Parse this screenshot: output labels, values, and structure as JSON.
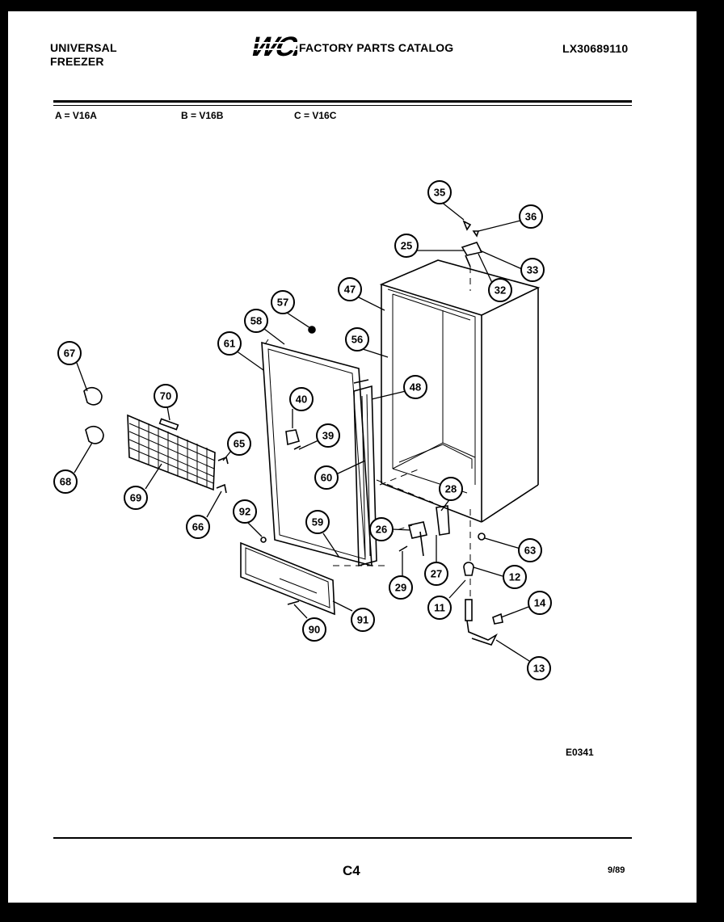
{
  "header": {
    "brand_line1": "UNIVERSAL",
    "brand_line2": "FREEZER",
    "logo_text": "WCI",
    "catalog_title": "FACTORY PARTS CATALOG",
    "catalog_number": "LX30689110"
  },
  "variants": [
    {
      "label": "A = V16A"
    },
    {
      "label": "B = V16B"
    },
    {
      "label": "C = V16C"
    }
  ],
  "callouts": [
    "35",
    "36",
    "25",
    "33",
    "32",
    "47",
    "57",
    "58",
    "56",
    "61",
    "67",
    "48",
    "70",
    "40",
    "39",
    "65",
    "60",
    "28",
    "92",
    "26",
    "63",
    "59",
    "66",
    "69",
    "68",
    "12",
    "27",
    "29",
    "14",
    "11",
    "91",
    "90",
    "13"
  ],
  "figure_code": "E0341",
  "footer": {
    "page": "C4",
    "date": "9/89"
  }
}
